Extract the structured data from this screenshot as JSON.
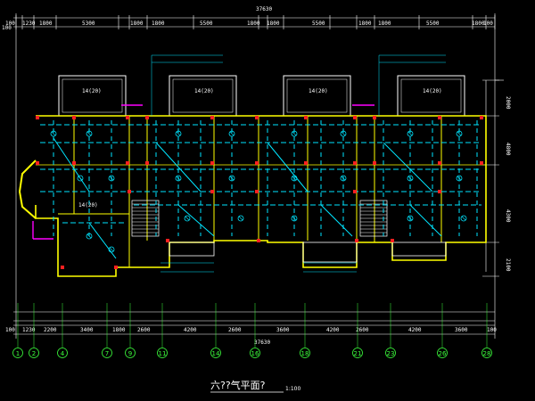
{
  "drawing": {
    "title": "六??气平面?",
    "scale": "1:100"
  },
  "top_dimensions": {
    "overall": "37630",
    "segments": [
      "100",
      "1230",
      "1800",
      "5300",
      "1800",
      "1800",
      "5500",
      "1800",
      "1800",
      "5500",
      "1800",
      "1800",
      "5500",
      "1800",
      "100"
    ]
  },
  "bottom_dimensions": {
    "overall": "37630",
    "segments": [
      "100",
      "1230",
      "2200",
      "3400",
      "1800",
      "2600",
      "4200",
      "2600",
      "3600",
      "4200",
      "2600",
      "4200",
      "3600",
      "100"
    ]
  },
  "axes": [
    "1",
    "2",
    "4",
    "7",
    "9",
    "11",
    "14",
    "16",
    "18",
    "21",
    "23",
    "26",
    "28"
  ],
  "right_dimensions": [
    "2000",
    "4800",
    "4300",
    "2100"
  ],
  "left_dimensions": [
    "100"
  ],
  "room_labels": [
    "14(20)",
    "14(20)",
    "14(20)",
    "14(20)",
    "14(20)"
  ],
  "colors": {
    "background": "#000000",
    "wall": "#ffff00",
    "wiring": "#00e5ff",
    "dimension": "#ffffff",
    "axis": "#3cff3c",
    "marker": "#ff2020",
    "accent": "#ff00ff"
  }
}
